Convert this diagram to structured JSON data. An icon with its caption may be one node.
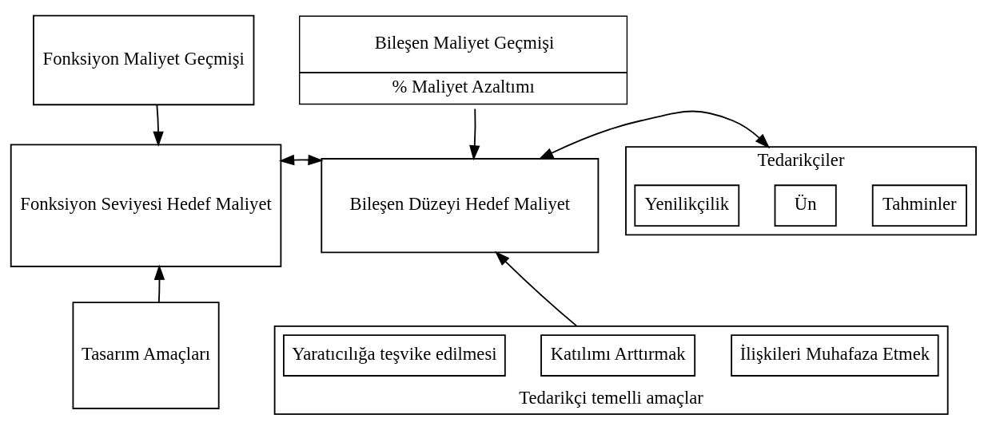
{
  "diagram": {
    "nodes": [
      {
        "text": [
          "Fonksiyon Maliyet Geçmişi"
        ]
      },
      {
        "text": [
          "Fonksiyon Seviyesi Hedef Maliyet"
        ]
      },
      {
        "text": [
          "Tasarım Amaçları"
        ]
      },
      {
        "text": [
          "Bileşen Maliyet Geçmişi",
          "% Maliyet Azaltımı"
        ]
      },
      {
        "text": [
          "Bileşen Düzeyi Hedef Maliyet"
        ]
      },
      {
        "text": [
          "Tedarikçiler"
        ]
      },
      {
        "text": [
          "Yenilikçilik"
        ],
        "in": 5
      },
      {
        "text": [
          "Ün"
        ],
        "in": 5
      },
      {
        "text": [
          "Tahminler"
        ],
        "in": 5
      },
      {
        "text": [
          "Tedarikçi temelli amaçlar"
        ]
      },
      {
        "text": [
          "Yaratıcılığa teşvike edilmesi"
        ],
        "in": 9
      },
      {
        "text": [
          "Katılımı Arttırmak"
        ],
        "in": 9
      },
      {
        "text": [
          "İlişkileri Muhafaza Etmek"
        ],
        "in": 9
      }
    ],
    "edges": [
      {
        "from": 0,
        "to": 1,
        "arrow": "to"
      },
      {
        "from": 2,
        "to": 1,
        "arrow": "to"
      },
      {
        "from": 1,
        "to": 4,
        "arrow": "both"
      },
      {
        "from": 3,
        "to": 4,
        "arrow": "to"
      },
      {
        "from": 4,
        "to": 5,
        "arrow": "both"
      },
      {
        "from": 9,
        "to": 4,
        "arrow": "to"
      }
    ]
  }
}
